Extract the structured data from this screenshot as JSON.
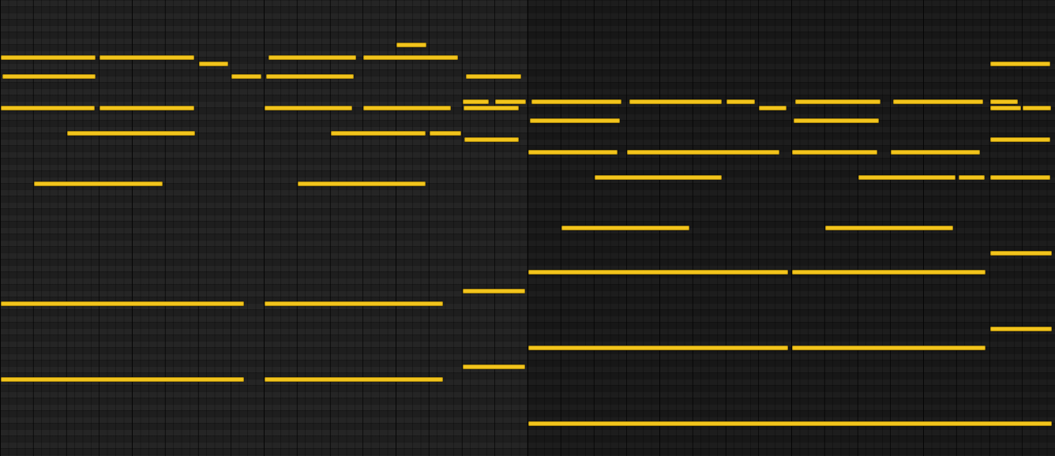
{
  "piano_roll": {
    "sixteenths_per_beat": 4,
    "total_sixteenths": 128,
    "colors": {
      "note": "#f2c41c",
      "note_border": "#a8860c",
      "background_a": "#202020",
      "background_b": "#181818"
    },
    "notes": [
      [
        9,
        0,
        11.7
      ],
      [
        9,
        12,
        23.7
      ],
      [
        9,
        32.5,
        43.3
      ],
      [
        9,
        44,
        55.7
      ],
      [
        7,
        48,
        51.8
      ],
      [
        10,
        24,
        27.8
      ],
      [
        10,
        120,
        127.5
      ],
      [
        12,
        0.2,
        11.7
      ],
      [
        12,
        28,
        31.8
      ],
      [
        12,
        32.2,
        43
      ],
      [
        12,
        56.4,
        63.3
      ],
      [
        16,
        56,
        59.4
      ],
      [
        16,
        60,
        63.9
      ],
      [
        16,
        64.4,
        75.5
      ],
      [
        16,
        76.3,
        87.7
      ],
      [
        16,
        88,
        91.7
      ],
      [
        16,
        96.4,
        106.9
      ],
      [
        16,
        108.3,
        119.4
      ],
      [
        16,
        120,
        123.6
      ],
      [
        17,
        0,
        11.6
      ],
      [
        17,
        12,
        23.7
      ],
      [
        17,
        32,
        42.8
      ],
      [
        17,
        44,
        54.8
      ],
      [
        17,
        56.1,
        63
      ],
      [
        17,
        92,
        95.5
      ],
      [
        17,
        120,
        124
      ],
      [
        17,
        124,
        127.6
      ],
      [
        19,
        64.2,
        75.3
      ],
      [
        19,
        96.2,
        106.7
      ],
      [
        21,
        8,
        23.8
      ],
      [
        21,
        40,
        51.7
      ],
      [
        21,
        52,
        56
      ],
      [
        22,
        56.2,
        63
      ],
      [
        22,
        120,
        127.5
      ],
      [
        24,
        64,
        75
      ],
      [
        24,
        76,
        94.7
      ],
      [
        24,
        96,
        106.5
      ],
      [
        24,
        108,
        119
      ],
      [
        28,
        72,
        87.7
      ],
      [
        28,
        104,
        116
      ],
      [
        28,
        116.2,
        119.6
      ],
      [
        28,
        120,
        127.5
      ],
      [
        29,
        4,
        19.8
      ],
      [
        29,
        36,
        51.7
      ],
      [
        36,
        68,
        83.7
      ],
      [
        36,
        100,
        115.7
      ],
      [
        40,
        120,
        127.7
      ],
      [
        43,
        64,
        95.7
      ],
      [
        43,
        96,
        119.7
      ],
      [
        46,
        56,
        63.8
      ],
      [
        48,
        0,
        29.7
      ],
      [
        48,
        32,
        53.8
      ],
      [
        52,
        120,
        127.7
      ],
      [
        55,
        64,
        95.7
      ],
      [
        55,
        96,
        119.7
      ],
      [
        58,
        56,
        63.8
      ],
      [
        60,
        0,
        29.7
      ],
      [
        60,
        32,
        53.8
      ],
      [
        67,
        64,
        127.7
      ]
    ]
  }
}
